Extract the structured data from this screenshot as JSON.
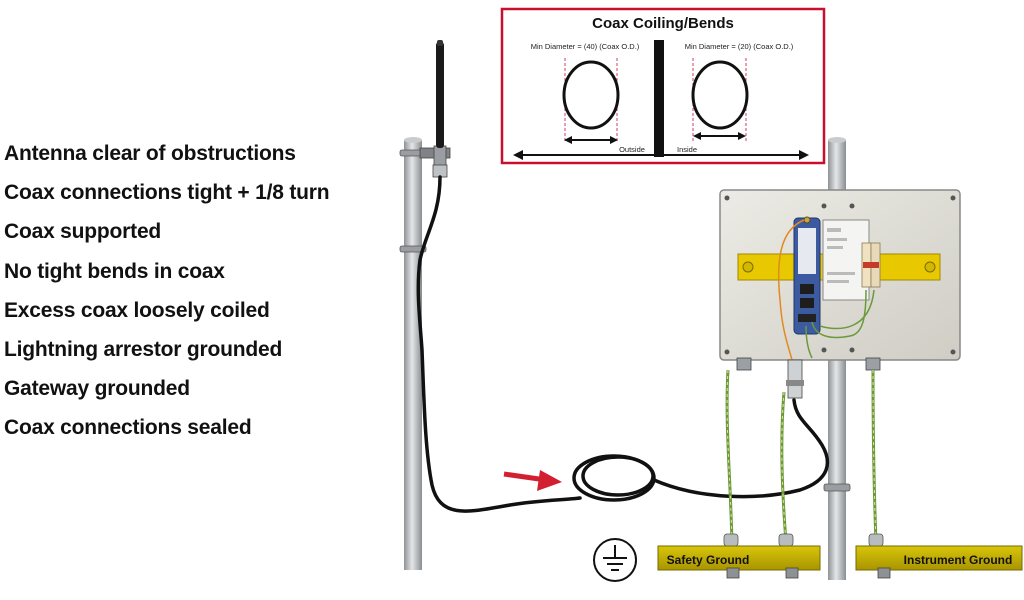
{
  "checklist": {
    "items": [
      "Antenna clear of obstructions",
      "Coax connections tight + 1/8 turn",
      "Coax supported",
      "No tight bends in coax",
      "Excess coax loosely coiled",
      "Lightning arrestor grounded",
      "Gateway grounded",
      "Coax connections sealed"
    ]
  },
  "inset": {
    "title": "Coax Coiling/Bends",
    "left_caption": "Min Diameter = (40) (Coax O.D.)",
    "right_caption": "Min Diameter = (20) (Coax O.D.)",
    "outside_label": "Outside",
    "inside_label": "Inside"
  },
  "ground_bars": {
    "safety_label": "Safety Ground",
    "instrument_label": "Instrument Ground"
  },
  "colors": {
    "inset_border": "#c8102e",
    "arrow": "#d32030",
    "ground_bar": "#c9b400",
    "din_rail": "#e8c800",
    "ground_wire": "#6a9a3a",
    "coax": "#111111",
    "pole": "#b8bcbf",
    "enclosure": "#dcdad2",
    "gateway": "#3c5aa0"
  },
  "icons": {
    "ground": "earth-ground-symbol-icon",
    "arrow": "red-arrow-icon"
  }
}
